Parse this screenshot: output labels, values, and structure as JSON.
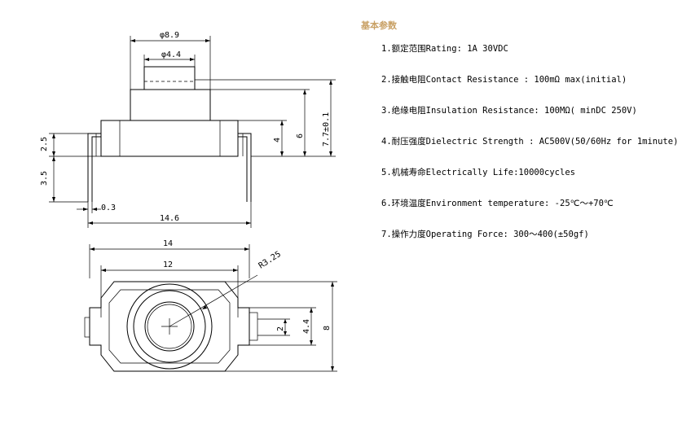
{
  "specs": {
    "title": "基本参数",
    "items": [
      "1.额定范围Rating: 1A 30VDC",
      "2.接触电阻Contact Resistance : 100mΩ max(initial)",
      "3.绝缘电阻Insulation Resistance: 100MΩ( minDC 250V)",
      "4.耐压强度Dielectric Strength : AC500V(50/60Hz for 1minute)",
      "5.机械寿命Electrically Life:10000cycles",
      "6.环境温度Environment temperature: -25℃～+70℃",
      "7.操作力度Operating Force: 300～400(±50gf)"
    ]
  },
  "side_view": {
    "dim_outer_dia": "φ8.9",
    "dim_inner_dia": "φ4.4",
    "dim_body_h": "2.5",
    "dim_pin_len": "3.5",
    "dim_4": "4",
    "dim_6": "6",
    "dim_7": "7.7±0.1",
    "dim_pin_w": "0.3",
    "dim_width": "14.6"
  },
  "top_view": {
    "dim_width": "14",
    "dim_inner": "12",
    "dim_radius": "R3.25",
    "dim_2": "2",
    "dim_44": "4.4",
    "dim_8": "8"
  }
}
